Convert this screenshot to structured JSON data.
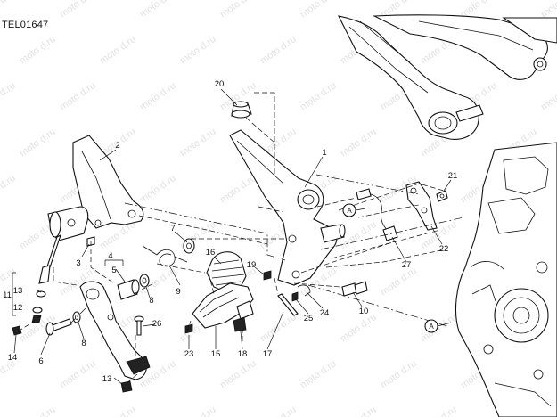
{
  "diagram": {
    "reference_code": "TEL01647",
    "watermark_text": "moto d.ru",
    "arrow_labels": [
      "A",
      "A"
    ],
    "callouts": [
      {
        "id": "20",
        "label": "20"
      },
      {
        "id": "1",
        "label": "1"
      },
      {
        "id": "2",
        "label": "2"
      },
      {
        "id": "21",
        "label": "21"
      },
      {
        "id": "7",
        "label": "7"
      },
      {
        "id": "22",
        "label": "22"
      },
      {
        "id": "3",
        "label": "3"
      },
      {
        "id": "4",
        "label": "4"
      },
      {
        "id": "5",
        "label": "5"
      },
      {
        "id": "9",
        "label": "9"
      },
      {
        "id": "16",
        "label": "16"
      },
      {
        "id": "19",
        "label": "19"
      },
      {
        "id": "27",
        "label": "27"
      },
      {
        "id": "11",
        "label": "11"
      },
      {
        "id": "13a",
        "label": "13"
      },
      {
        "id": "12",
        "label": "12"
      },
      {
        "id": "8a",
        "label": "8"
      },
      {
        "id": "10",
        "label": "10"
      },
      {
        "id": "24",
        "label": "24"
      },
      {
        "id": "25",
        "label": "25"
      },
      {
        "id": "26",
        "label": "26"
      },
      {
        "id": "8b",
        "label": "8"
      },
      {
        "id": "6",
        "label": "6"
      },
      {
        "id": "14",
        "label": "14"
      },
      {
        "id": "23",
        "label": "23"
      },
      {
        "id": "15",
        "label": "15"
      },
      {
        "id": "18",
        "label": "18"
      },
      {
        "id": "17",
        "label": "17"
      },
      {
        "id": "13b",
        "label": "13"
      }
    ]
  }
}
